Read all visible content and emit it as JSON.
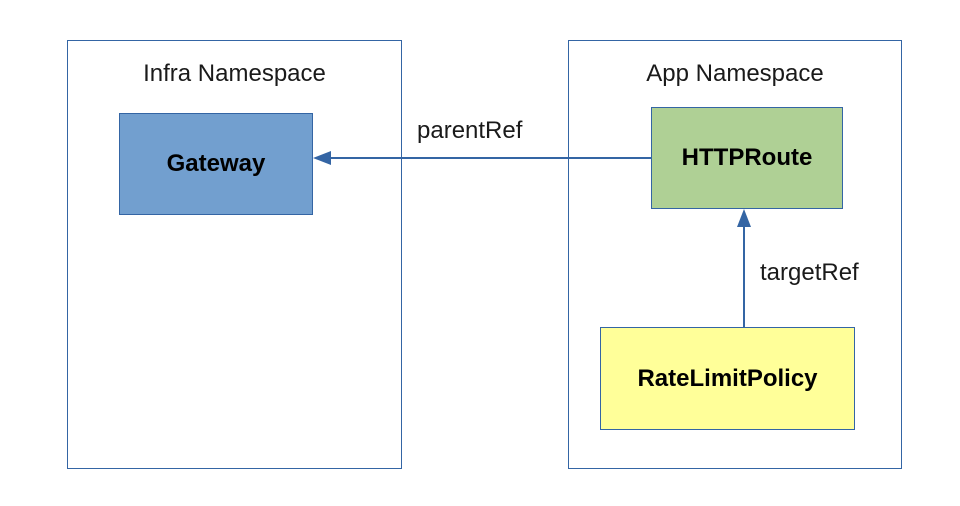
{
  "colors": {
    "border": "#3465a4",
    "gateway_fill": "#729fcf",
    "httproute_fill": "#afd095",
    "ratelimit_fill": "#ffff99",
    "edge": "#3465a4"
  },
  "namespaces": {
    "infra": {
      "title": "Infra Namespace"
    },
    "app": {
      "title": "App Namespace"
    }
  },
  "resources": {
    "gateway": {
      "label": "Gateway"
    },
    "httproute": {
      "label": "HTTPRoute"
    },
    "ratelimitpolicy": {
      "label": "RateLimitPolicy"
    }
  },
  "edges": {
    "parent_ref": {
      "label": "parentRef",
      "from": "HTTPRoute",
      "to": "Gateway"
    },
    "target_ref": {
      "label": "targetRef",
      "from": "RateLimitPolicy",
      "to": "HTTPRoute"
    }
  }
}
